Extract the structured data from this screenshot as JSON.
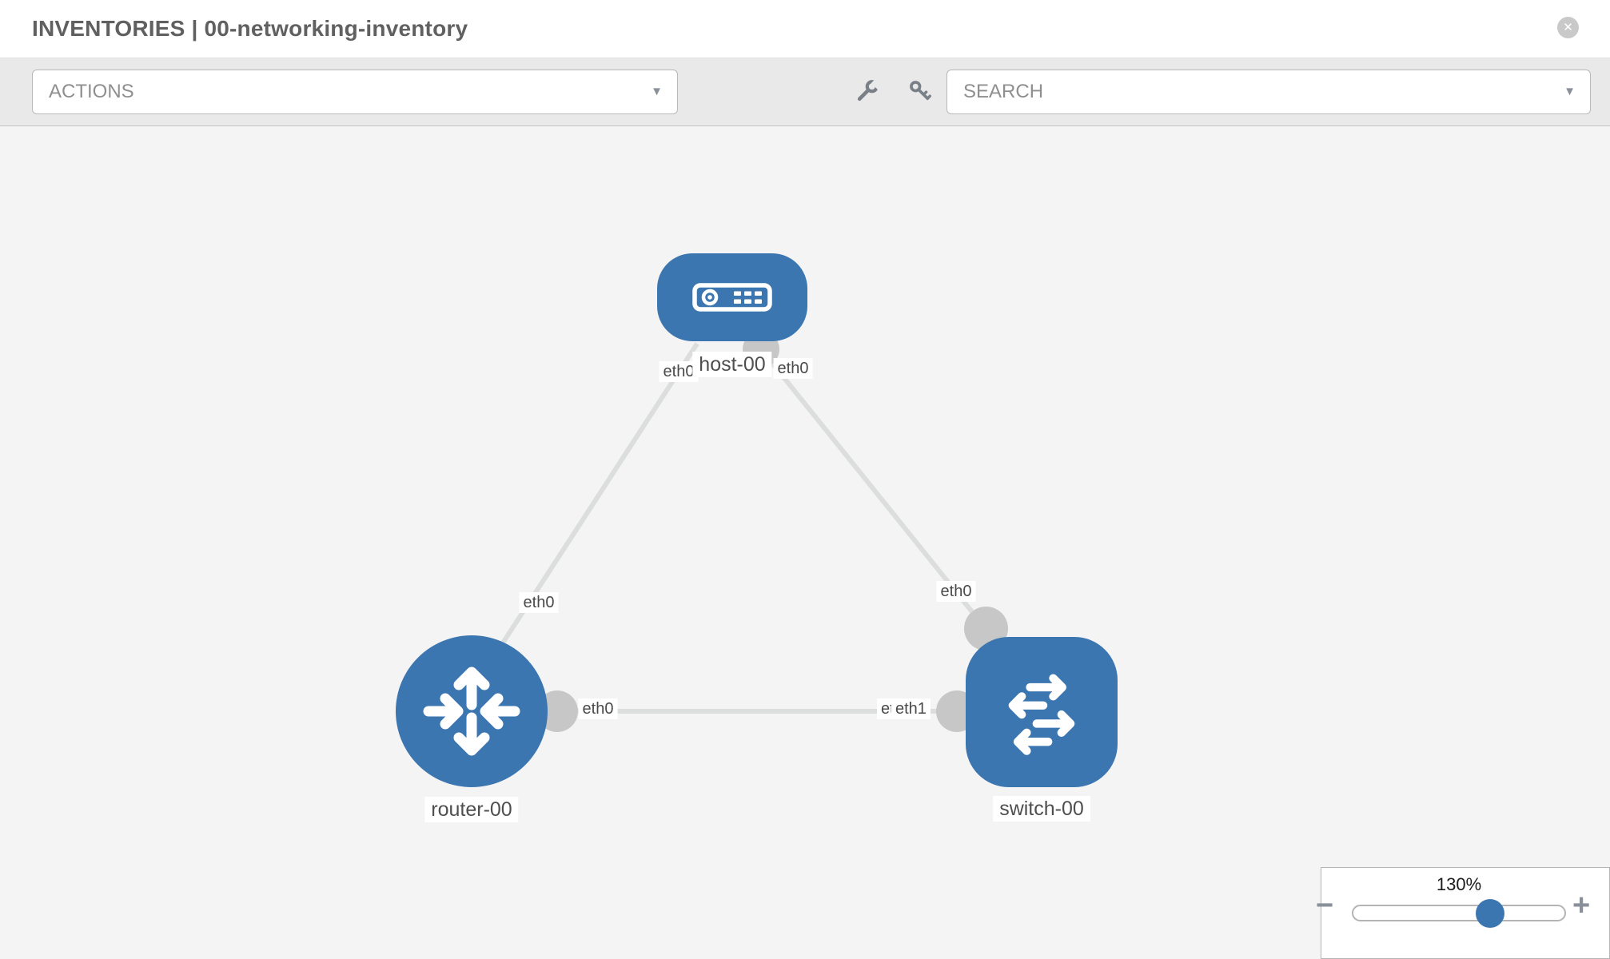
{
  "header": {
    "title": "INVENTORIES | 00-networking-inventory",
    "close_glyph": "✕"
  },
  "toolbar": {
    "actions_label": "ACTIONS",
    "search_label": "SEARCH",
    "caret_glyph": "▼",
    "icons": [
      "wrench-icon",
      "key-icon"
    ]
  },
  "colors": {
    "node_blue": "#3b76b0",
    "edge_gray": "#dcdddd",
    "connector_gray": "#c7c7c7",
    "toolbar_bg": "#e9e9e9",
    "canvas_bg": "#f4f4f5"
  },
  "topology": {
    "nodes": [
      {
        "id": "host-00",
        "type": "host",
        "label": "host-00"
      },
      {
        "id": "router-00",
        "type": "router",
        "label": "router-00"
      },
      {
        "id": "switch-00",
        "type": "switch",
        "label": "switch-00"
      }
    ],
    "links": [
      {
        "from": "host-00",
        "to": "router-00",
        "from_iface": "eth0",
        "to_iface": "eth0"
      },
      {
        "from": "host-00",
        "to": "switch-00",
        "from_iface": "eth0",
        "to_iface": "eth0"
      },
      {
        "from": "router-00",
        "to": "switch-00",
        "from_iface": "eth0",
        "to_iface": "eth1"
      }
    ],
    "labels": {
      "host": "host-00",
      "router": "router-00",
      "switch": "switch-00",
      "hr_host": "eth0",
      "hr_router": "eth0",
      "hs_host": "eth0",
      "hs_switch": "eth0",
      "rs_router": "eth0",
      "rs_switch_under": "eth0",
      "rs_switch_over": "eth1"
    }
  },
  "zoom_control": {
    "value": "130%",
    "minus_glyph": "−",
    "plus_glyph": "+"
  }
}
